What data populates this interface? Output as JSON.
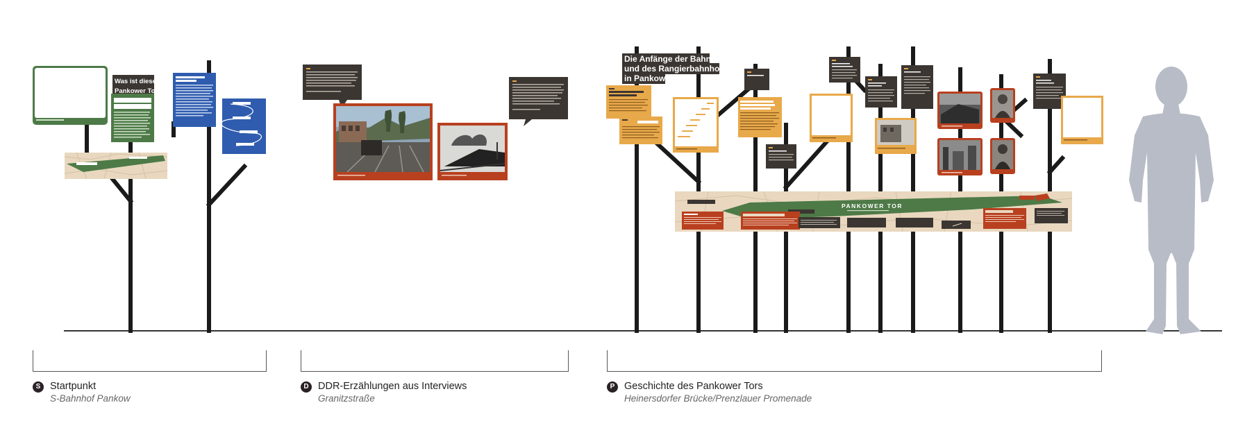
{
  "sections": [
    {
      "badge": "S",
      "title": "Startpunkt",
      "subtitle": "S-Bahnhof Pankow"
    },
    {
      "badge": "D",
      "title": "DDR-Erzählungen aus Interviews",
      "subtitle": "Granitzstraße"
    },
    {
      "badge": "P",
      "title": "Geschichte des Pankower Tors",
      "subtitle": "Heinersdorfer Brücke/Prenzlauer Promenade"
    }
  ],
  "signs": {
    "intro_heading_line1": "Was ist dieses",
    "intro_heading_line2": "Pankower Tor?",
    "history_heading_line1": "Die Anfänge der Bahn",
    "history_heading_line2": "und des Rangierbahnhofs",
    "history_heading_line3": "in Pankow",
    "map_label": "PANKOWER TOR"
  },
  "colors": {
    "green": "#4d7a47",
    "blue": "#2f5cae",
    "dark": "#3b3632",
    "orange": "#e8a94a",
    "rust": "#b8401f",
    "map_bg": "#e9d8bf",
    "pole": "#1a1a1a",
    "figure": "#b8bcc6"
  },
  "icons": [
    "human-silhouette-icon",
    "photo-train-icon",
    "speech-bubble-icon",
    "site-map-icon"
  ]
}
